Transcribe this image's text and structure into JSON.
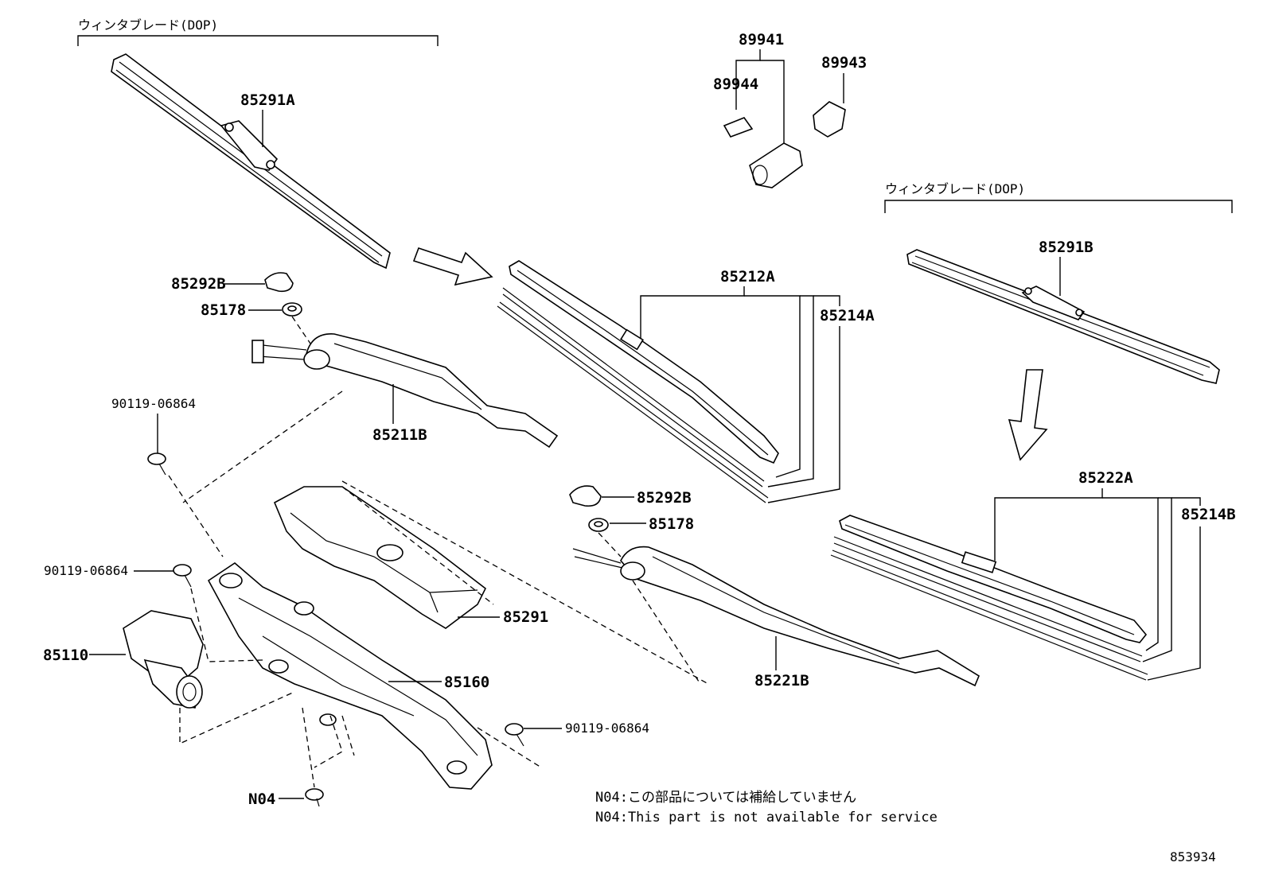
{
  "group_labels": {
    "winter_blade_top": "ウィンタブレード(DOP)",
    "winter_blade_right": "ウィンタブレード(DOP)"
  },
  "parts": {
    "p85291A": "85291A",
    "p85291B": "85291B",
    "p85292B_left": "85292B",
    "p85292B_right": "85292B",
    "p85178_left": "85178",
    "p85178_right": "85178",
    "p85211B": "85211B",
    "p85221B": "85221B",
    "p85212A": "85212A",
    "p85214A": "85214A",
    "p85222A": "85222A",
    "p85214B": "85214B",
    "p89941": "89941",
    "p89943": "89943",
    "p89944": "89944",
    "p85291": "85291",
    "p85160": "85160",
    "p85110": "85110",
    "bolt_1": "90119-06864",
    "bolt_2": "90119-06864",
    "bolt_3": "90119-06864",
    "n04": "N04"
  },
  "notes": {
    "line_ja": "N04:この部品については補給していません",
    "line_en": "N04:This part is not available for service"
  },
  "figure_number": "853934"
}
